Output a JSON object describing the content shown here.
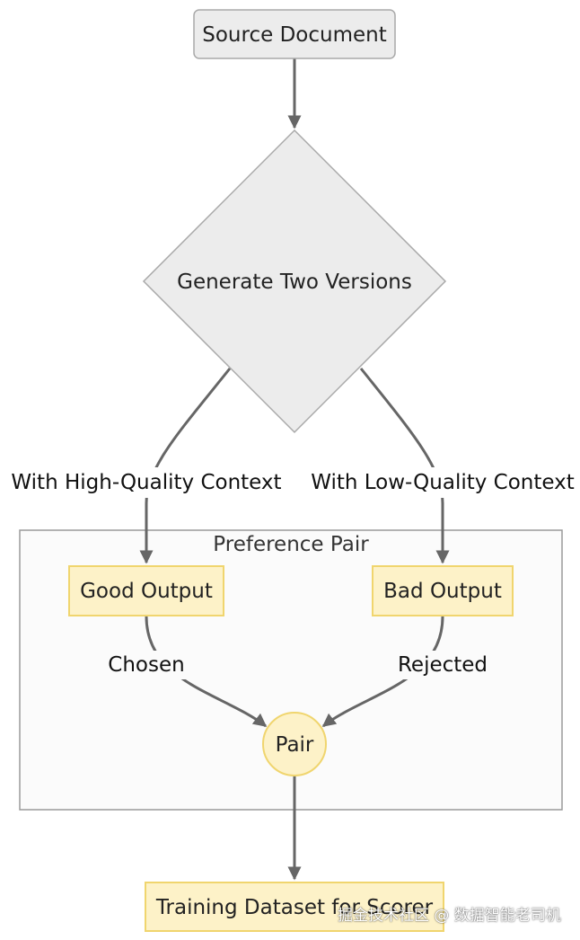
{
  "nodes": {
    "source": "Source Document",
    "generate": "Generate Two Versions",
    "good": "Good Output",
    "bad": "Bad Output",
    "pair": "Pair",
    "training": "Training Dataset for Scorer"
  },
  "edges": {
    "high_quality": "With High-Quality Context",
    "low_quality": "With Low-Quality Context",
    "chosen": "Chosen",
    "rejected": "Rejected"
  },
  "cluster": {
    "title": "Preference Pair"
  },
  "watermark": "掘金技术社区 @ 数据智能老司机",
  "colors": {
    "gray_fill": "#ececec",
    "gray_stroke": "#a9a9a9",
    "yellow_fill": "#fdf2c8",
    "yellow_stroke": "#f0d56e",
    "arrow": "#666666",
    "cluster_fill": "#fbfbfb",
    "cluster_stroke": "#9a9a9a"
  }
}
